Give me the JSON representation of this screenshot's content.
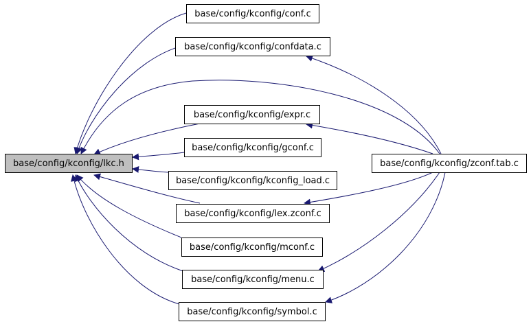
{
  "graph": {
    "root": "base/config/kconfig/lkc.h",
    "includers": [
      "base/config/kconfig/conf.c",
      "base/config/kconfig/confdata.c",
      "base/config/kconfig/expr.c",
      "base/config/kconfig/gconf.c",
      "base/config/kconfig/kconfig_load.c",
      "base/config/kconfig/lex.zconf.c",
      "base/config/kconfig/mconf.c",
      "base/config/kconfig/menu.c",
      "base/config/kconfig/symbol.c"
    ],
    "secondary": "base/config/kconfig/zconf.tab.c",
    "edge_color": "#191970",
    "root_fill": "#bfbfbf"
  }
}
